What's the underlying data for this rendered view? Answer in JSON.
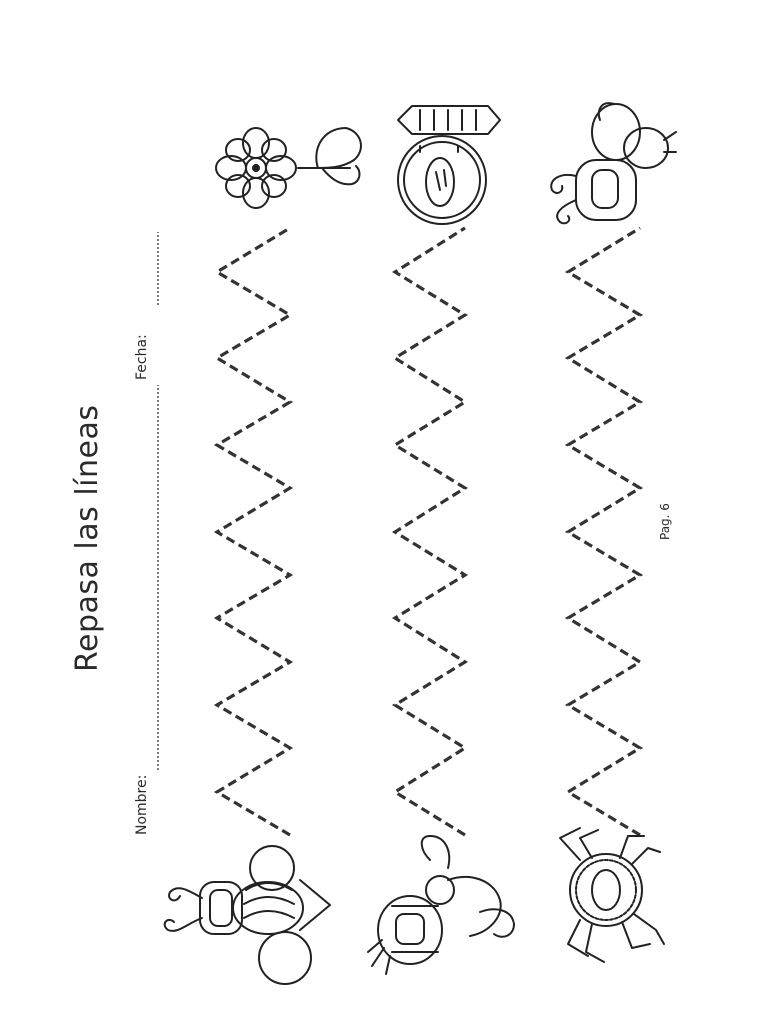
{
  "worksheet": {
    "title": "Repasa las líneas",
    "name_label": "Nombre:",
    "date_label": "Fecha:",
    "page_number": "Pag. 6"
  },
  "rows": [
    {
      "start_picture": "bee-icon",
      "end_picture": "flower-icon"
    },
    {
      "start_picture": "mouse-icon",
      "end_picture": "cheese-icon"
    },
    {
      "start_picture": "spider-icon",
      "end_picture": "snail-icon"
    }
  ]
}
